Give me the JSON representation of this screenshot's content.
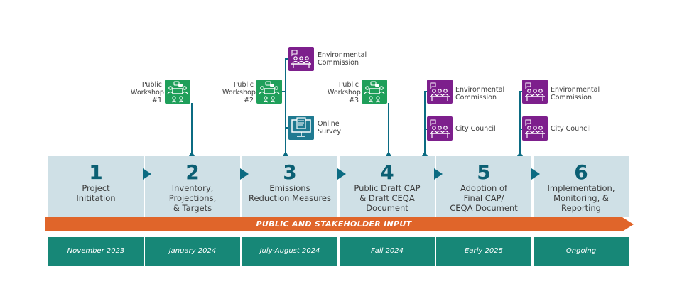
{
  "steps": [
    {
      "number": "1",
      "label": "Project\nInititation"
    },
    {
      "number": "2",
      "label": "Inventory,\nProjections,\n& Targets"
    },
    {
      "number": "3",
      "label": "Emissions\nReduction Measures"
    },
    {
      "number": "4",
      "label": "Public Draft CAP\n& Draft CEQA\nDocument"
    },
    {
      "number": "5",
      "label": "Adoption of\nFinal CAP/\nCEQA Document"
    },
    {
      "number": "6",
      "label": "Implementation,\nMonitoring, &\nReporting"
    }
  ],
  "banner": {
    "label": "PUBLIC AND STAKEHOLDER INPUT"
  },
  "dates": [
    "November 2023",
    "January 2024",
    "July-August 2024",
    "Fall 2024",
    "Early 2025",
    "Ongoing"
  ],
  "inputs": {
    "workshop1": {
      "label": "Public\nWorkshop\n#1",
      "icon": "public-workshop-icon"
    },
    "workshop2": {
      "label": "Public\nWorkshop\n#2",
      "icon": "public-workshop-icon"
    },
    "env_commission_3": {
      "label": "Environmental\nCommission",
      "icon": "commission-meeting-icon"
    },
    "online_survey": {
      "label": "Online\nSurvey",
      "icon": "online-survey-icon"
    },
    "workshop3": {
      "label": "Public\nWorkshop\n#3",
      "icon": "public-workshop-icon"
    },
    "env_commission_5": {
      "label": "Environmental\nCommission",
      "icon": "commission-meeting-icon"
    },
    "city_council_5": {
      "label": "City Council",
      "icon": "council-meeting-icon"
    },
    "env_commission_6": {
      "label": "Environmental\nCommission",
      "icon": "commission-meeting-icon"
    },
    "city_council_6": {
      "label": "City Council",
      "icon": "council-meeting-icon"
    }
  },
  "colors": {
    "step_bg": "#cfe0e6",
    "step_number": "#0b5f73",
    "banner": "#e0652a",
    "date_bg": "#178777",
    "workshop_icon": "#1f9f5a",
    "commission_icon": "#7d1f8c",
    "survey_icon": "#1f7a91",
    "connector": "#0b6b82"
  }
}
